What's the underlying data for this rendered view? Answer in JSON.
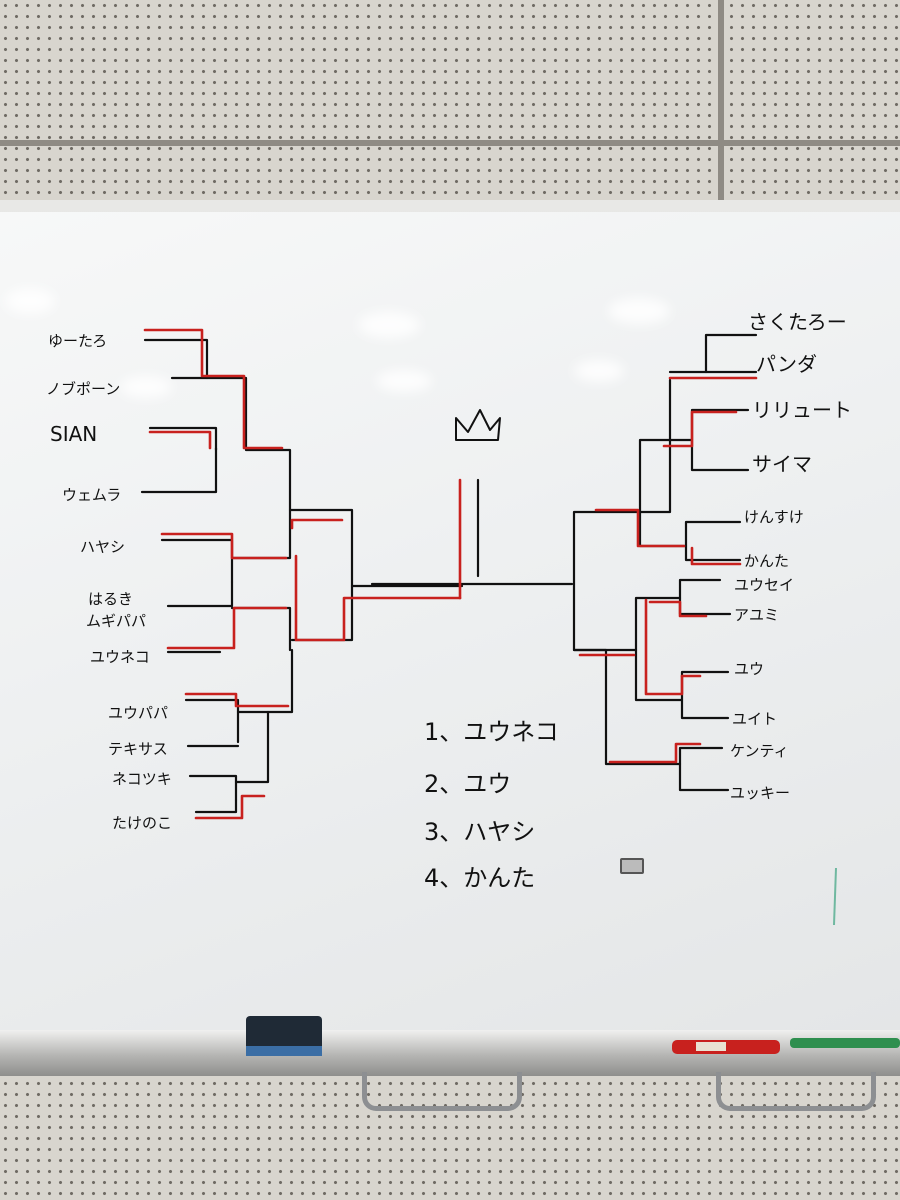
{
  "bracket": {
    "left": [
      "ゆーたろ",
      "ノブポーン",
      "SIAN",
      "ウェムラ",
      "ハヤシ",
      "はるき",
      "ムギパパ",
      "ユウネコ",
      "ユウパパ",
      "テキサス",
      "ネコツキ",
      "たけのこ"
    ],
    "right": [
      "さくたろー",
      "パンダ",
      "リリュート",
      "サイマ",
      "けんすけ",
      "かんた",
      "ユウセイ",
      "アユミ",
      "ユウ",
      "ユイト",
      "ケンティ",
      "ユッキー"
    ]
  },
  "results": [
    "1、ユウネコ",
    "2、ユウ",
    "3、ハヤシ",
    "4、かんた"
  ],
  "colors": {
    "ink": "#111111",
    "winner_ink": "#c8211e"
  },
  "icons": [
    "crown-icon"
  ]
}
